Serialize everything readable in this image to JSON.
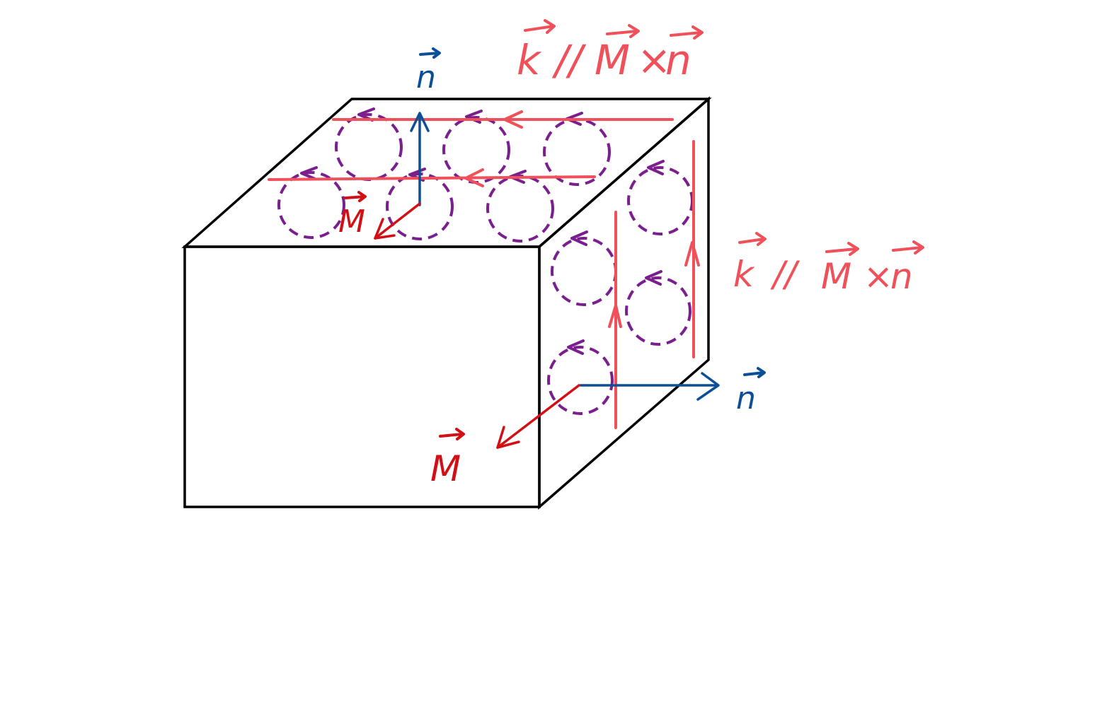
{
  "colors": {
    "box": "#000000",
    "loop": "#7b1f8e",
    "current": "#f0505a",
    "normal": "#0d4f96",
    "magnetization": "#d20f14"
  },
  "labels": {
    "top_relation": {
      "k": "k",
      "parallel": "//",
      "M": "M",
      "cross": "×",
      "n": "n"
    },
    "side_relation": {
      "k": "k",
      "parallel": "//",
      "M": "M",
      "cross": "×",
      "n": "n"
    },
    "top_normal": "n",
    "side_normal": "n",
    "top_magnetization": "M",
    "front_magnetization": "M"
  }
}
